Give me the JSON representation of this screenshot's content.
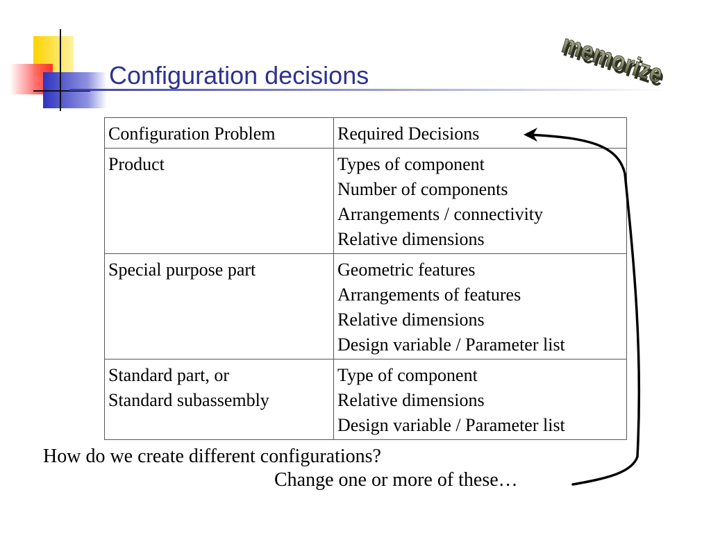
{
  "slide": {
    "title": "Configuration decisions",
    "logo_text": "memorize"
  },
  "table": {
    "headers": [
      "Configuration Problem",
      "Required Decisions"
    ],
    "rows": [
      {
        "problem": [
          "Product"
        ],
        "decisions": [
          "Types of component",
          "Number of components",
          "Arrangements / connectivity",
          "Relative dimensions"
        ]
      },
      {
        "problem": [
          "Special purpose part"
        ],
        "decisions": [
          "Geometric features",
          "Arrangements of features",
          "Relative dimensions",
          "Design variable / Parameter list"
        ]
      },
      {
        "problem": [
          "Standard part, or",
          "Standard subassembly"
        ],
        "decisions": [
          "Type of component",
          "Relative dimensions",
          "Design variable / Parameter list"
        ]
      }
    ]
  },
  "footer": {
    "question": "How do we create different configurations?",
    "answer": "Change one or more of these…"
  },
  "colors": {
    "title": "#2e3192",
    "deco_yellow": "#ffd200",
    "deco_red": "#ff3b3b",
    "deco_blue": "#3b3fc8"
  }
}
